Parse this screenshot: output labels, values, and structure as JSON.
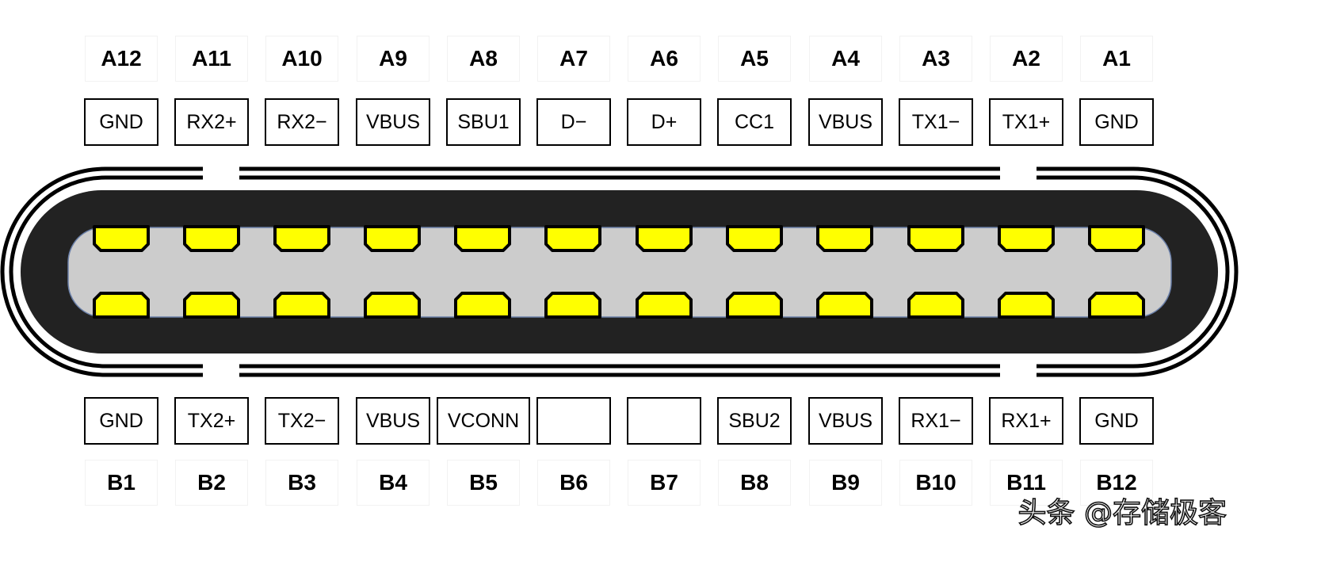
{
  "row_a": {
    "pins": [
      "A12",
      "A11",
      "A10",
      "A9",
      "A8",
      "A7",
      "A6",
      "A5",
      "A4",
      "A3",
      "A2",
      "A1"
    ],
    "signals": [
      "GND",
      "RX2+",
      "RX2−",
      "VBUS",
      "SBU1",
      "D−",
      "D+",
      "CC1",
      "VBUS",
      "TX1−",
      "TX1+",
      "GND"
    ]
  },
  "row_b": {
    "pins": [
      "B1",
      "B2",
      "B3",
      "B4",
      "B5",
      "B6",
      "B7",
      "B8",
      "B9",
      "B10",
      "B11",
      "B12"
    ],
    "signals": [
      "GND",
      "TX2+",
      "TX2−",
      "VBUS",
      "VCONN",
      "",
      "",
      "SBU2",
      "VBUS",
      "RX1−",
      "RX1+",
      "GND"
    ]
  },
  "colors": {
    "contact": "#ffff00",
    "tongue": "#cccccc",
    "shell": "#222222",
    "outline": "#000000"
  },
  "watermark": "头条 @存储极客"
}
